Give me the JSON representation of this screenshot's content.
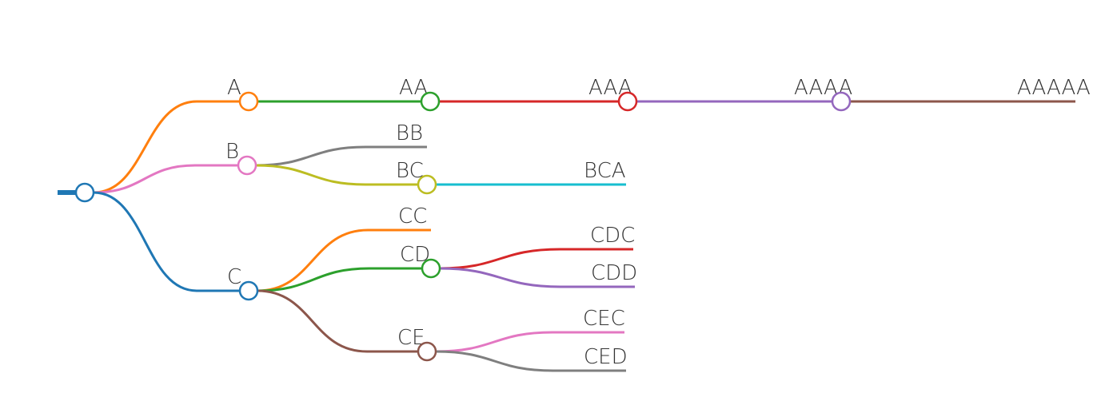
{
  "nodes": [
    {
      "id": "root",
      "parent": null,
      "label": "",
      "color": "#1f77b4",
      "has_circle": true
    },
    {
      "id": "A",
      "parent": "root",
      "label": "A",
      "color": "#ff7f0e",
      "has_circle": true
    },
    {
      "id": "AA",
      "parent": "A",
      "label": "AA",
      "color": "#2ca02c",
      "has_circle": true
    },
    {
      "id": "AAA",
      "parent": "AA",
      "label": "AAA",
      "color": "#d62728",
      "has_circle": true
    },
    {
      "id": "AAAA",
      "parent": "AAA",
      "label": "AAAA",
      "color": "#9467bd",
      "has_circle": true
    },
    {
      "id": "AAAAA",
      "parent": "AAAA",
      "label": "AAAAA",
      "color": "#8c564b",
      "has_circle": false
    },
    {
      "id": "B",
      "parent": "root",
      "label": "B",
      "color": "#e377c2",
      "has_circle": true
    },
    {
      "id": "BB",
      "parent": "B",
      "label": "BB",
      "color": "#7f7f7f",
      "has_circle": false
    },
    {
      "id": "BC",
      "parent": "B",
      "label": "BC",
      "color": "#bcbd22",
      "has_circle": true
    },
    {
      "id": "BCA",
      "parent": "BC",
      "label": "BCA",
      "color": "#17becf",
      "has_circle": false
    },
    {
      "id": "C",
      "parent": "root",
      "label": "C",
      "color": "#1f77b4",
      "has_circle": true
    },
    {
      "id": "CC",
      "parent": "C",
      "label": "CC",
      "color": "#ff7f0e",
      "has_circle": false
    },
    {
      "id": "CD",
      "parent": "C",
      "label": "CD",
      "color": "#2ca02c",
      "has_circle": true
    },
    {
      "id": "CDC",
      "parent": "CD",
      "label": "CDC",
      "color": "#d62728",
      "has_circle": false
    },
    {
      "id": "CDD",
      "parent": "CD",
      "label": "CDD",
      "color": "#9467bd",
      "has_circle": false
    },
    {
      "id": "CE",
      "parent": "C",
      "label": "CE",
      "color": "#8c564b",
      "has_circle": true
    },
    {
      "id": "CEC",
      "parent": "CE",
      "label": "CEC",
      "color": "#e377c2",
      "has_circle": false
    },
    {
      "id": "CED",
      "parent": "CE",
      "label": "CED",
      "color": "#7f7f7f",
      "has_circle": false
    }
  ]
}
